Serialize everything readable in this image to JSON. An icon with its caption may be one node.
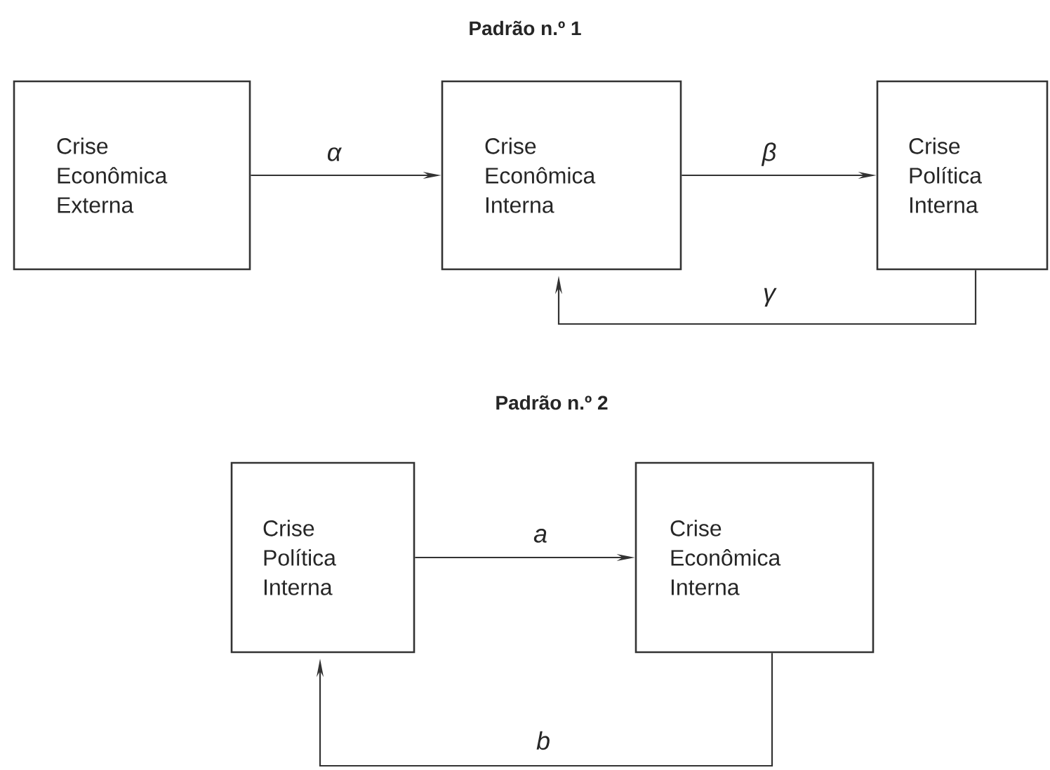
{
  "diagram": {
    "nodes": [
      {
        "text": [
          "Crise Econômica Externa"
        ]
      },
      {
        "text": [
          "Crise Econômica Interna"
        ]
      },
      {
        "text": [
          "Crise Política Interna"
        ]
      },
      {
        "text": [
          "Crise Política Interna"
        ]
      },
      {
        "text": [
          "Crise Econômica Interna"
        ]
      }
    ],
    "edges": [
      {
        "from": 0,
        "to": 1,
        "arrow": "to",
        "label": "α"
      },
      {
        "from": 1,
        "to": 2,
        "arrow": "to",
        "label": "β"
      },
      {
        "from": 2,
        "to": 1,
        "arrow": "to",
        "label": "γ"
      },
      {
        "from": 3,
        "to": 4,
        "arrow": "to",
        "label": "a"
      },
      {
        "from": 4,
        "to": 3,
        "arrow": "to",
        "label": "b"
      }
    ],
    "labels": [
      "Padrão n.º 1",
      "Padrão n.º 2"
    ]
  }
}
